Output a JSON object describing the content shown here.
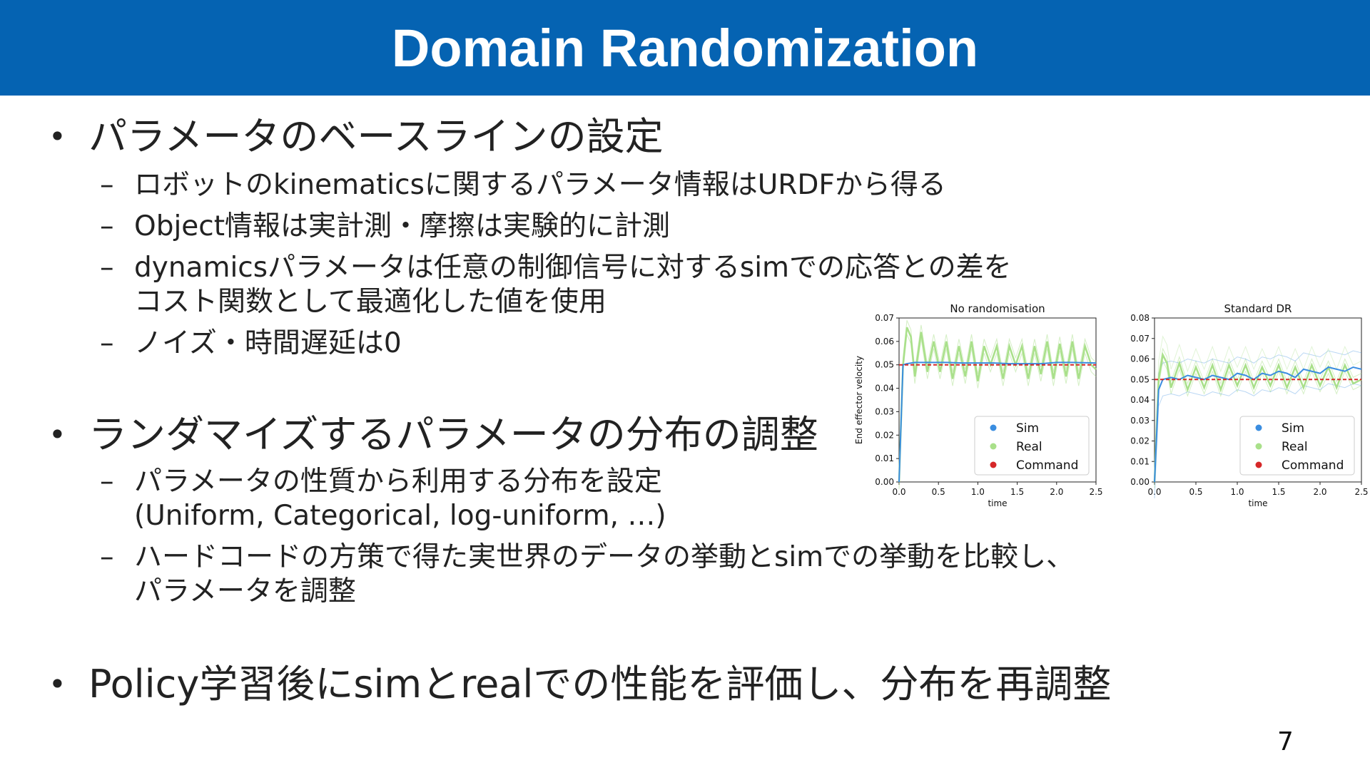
{
  "slide": {
    "title": "Domain Randomization",
    "page_number": "7"
  },
  "bullets": [
    {
      "text": "パラメータのベースラインの設定",
      "subs": [
        {
          "lines": [
            "ロボットのkinematicsに関するパラメータ情報はURDFから得る"
          ]
        },
        {
          "lines": [
            "Object情報は実計測・摩擦は実験的に計測"
          ]
        },
        {
          "lines": [
            "dynamicsパラメータは任意の制御信号に対するsimでの応答との差を",
            "コスト関数として最適化した値を使用"
          ]
        },
        {
          "lines": [
            "ノイズ・時間遅延は0"
          ]
        }
      ]
    },
    {
      "text": "ランダマイズするパラメータの分布の調整",
      "subs": [
        {
          "lines": [
            "パラメータの性質から利用する分布を設定",
            "(Uniform, Categorical, log-uniform, …)"
          ]
        },
        {
          "lines": [
            "ハードコードの方策で得た実世界のデータの挙動とsimでの挙動を比較し、",
            "パラメータを調整"
          ]
        }
      ]
    },
    {
      "text": "Policy学習後にsimとrealでの性能を評価し、分布を再調整",
      "subs": []
    }
  ],
  "chart_data": [
    {
      "type": "line",
      "title": "No randomisation",
      "xlabel": "time",
      "ylabel": "End effector velocity",
      "xlim": [
        0,
        2.5
      ],
      "ylim": [
        0,
        0.07
      ],
      "xticks": [
        "0.0",
        "0.5",
        "1.0",
        "1.5",
        "2.0",
        "2.5"
      ],
      "yticks": [
        "0.00",
        "0.01",
        "0.02",
        "0.03",
        "0.04",
        "0.05",
        "0.06",
        "0.07"
      ],
      "legend": "bottom-right",
      "series": [
        {
          "name": "Sim",
          "color": "#3a8de0",
          "x": [
            0,
            0.05,
            0.1,
            0.2,
            0.4,
            0.6,
            0.8,
            1.0,
            1.2,
            1.4,
            1.6,
            1.8,
            2.0,
            2.2,
            2.5
          ],
          "y": [
            0.0,
            0.05,
            0.0505,
            0.051,
            0.051,
            0.051,
            0.0508,
            0.0508,
            0.0508,
            0.0505,
            0.0505,
            0.0505,
            0.051,
            0.051,
            0.0508
          ]
        },
        {
          "name": "Real",
          "color": "#a9e08a",
          "x": [
            0,
            0.05,
            0.1,
            0.15,
            0.2,
            0.28,
            0.36,
            0.44,
            0.52,
            0.6,
            0.68,
            0.76,
            0.84,
            0.92,
            1.0,
            1.08,
            1.16,
            1.24,
            1.32,
            1.4,
            1.48,
            1.56,
            1.64,
            1.72,
            1.8,
            1.88,
            1.96,
            2.04,
            2.12,
            2.2,
            2.28,
            2.36,
            2.44,
            2.5
          ],
          "y": [
            0.0,
            0.05,
            0.066,
            0.062,
            0.045,
            0.064,
            0.047,
            0.06,
            0.047,
            0.06,
            0.044,
            0.058,
            0.045,
            0.06,
            0.043,
            0.058,
            0.05,
            0.058,
            0.044,
            0.058,
            0.05,
            0.058,
            0.044,
            0.058,
            0.046,
            0.06,
            0.044,
            0.059,
            0.045,
            0.06,
            0.044,
            0.058,
            0.05,
            0.048
          ]
        },
        {
          "name": "Command",
          "color": "#d62728",
          "x": [
            0,
            2.5
          ],
          "y": [
            0.05,
            0.05
          ]
        }
      ]
    },
    {
      "type": "line",
      "title": "Standard DR",
      "xlabel": "time",
      "ylabel": "",
      "xlim": [
        0,
        2.5
      ],
      "ylim": [
        0,
        0.08
      ],
      "xticks": [
        "0.0",
        "0.5",
        "1.0",
        "1.5",
        "2.0",
        "2.5"
      ],
      "yticks": [
        "0.00",
        "0.01",
        "0.02",
        "0.03",
        "0.04",
        "0.05",
        "0.06",
        "0.07",
        "0.08"
      ],
      "legend": "bottom-right",
      "series": [
        {
          "name": "Sim",
          "color": "#3a8de0",
          "x": [
            0,
            0.05,
            0.1,
            0.2,
            0.3,
            0.4,
            0.5,
            0.6,
            0.7,
            0.8,
            0.9,
            1.0,
            1.1,
            1.2,
            1.3,
            1.4,
            1.5,
            1.6,
            1.7,
            1.8,
            1.9,
            2.0,
            2.1,
            2.2,
            2.3,
            2.4,
            2.5
          ],
          "y": [
            0.0,
            0.045,
            0.05,
            0.051,
            0.05,
            0.052,
            0.051,
            0.05,
            0.052,
            0.051,
            0.05,
            0.053,
            0.052,
            0.05,
            0.053,
            0.052,
            0.054,
            0.053,
            0.051,
            0.055,
            0.054,
            0.053,
            0.056,
            0.055,
            0.054,
            0.056,
            0.055
          ]
        },
        {
          "name": "Real",
          "color": "#a9e08a",
          "x": [
            0,
            0.05,
            0.1,
            0.15,
            0.2,
            0.3,
            0.4,
            0.5,
            0.6,
            0.7,
            0.8,
            0.9,
            1.0,
            1.1,
            1.2,
            1.3,
            1.4,
            1.5,
            1.6,
            1.7,
            1.8,
            1.9,
            2.0,
            2.1,
            2.2,
            2.3,
            2.4,
            2.5
          ],
          "y": [
            0.0,
            0.05,
            0.062,
            0.058,
            0.046,
            0.058,
            0.045,
            0.056,
            0.046,
            0.057,
            0.045,
            0.057,
            0.047,
            0.057,
            0.046,
            0.056,
            0.047,
            0.057,
            0.046,
            0.056,
            0.046,
            0.057,
            0.047,
            0.056,
            0.046,
            0.057,
            0.048,
            0.05
          ]
        },
        {
          "name": "Command",
          "color": "#d62728",
          "x": [
            0,
            2.5
          ],
          "y": [
            0.05,
            0.05
          ]
        }
      ]
    }
  ]
}
